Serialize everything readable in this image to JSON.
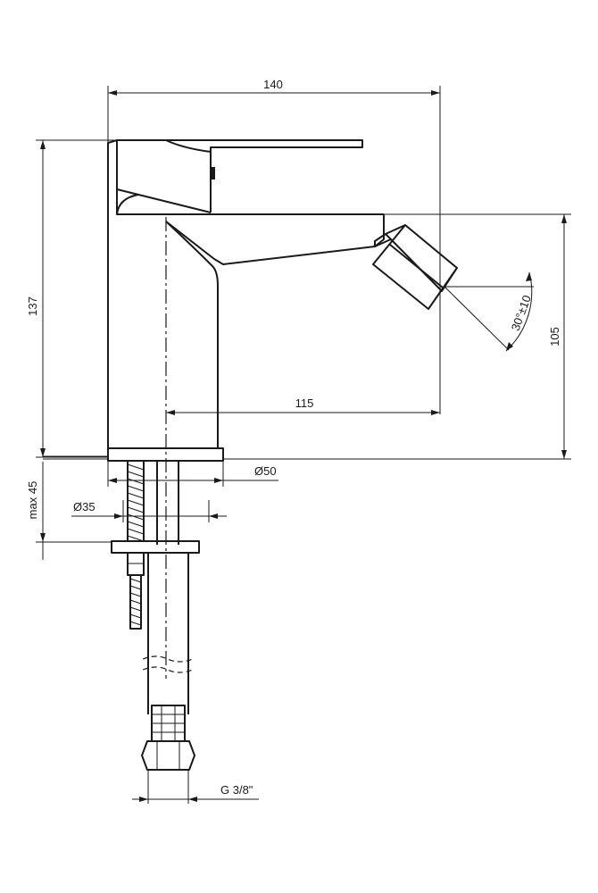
{
  "dimensions": {
    "overall_width": "140",
    "overall_height": "137",
    "spout_height": "105",
    "spout_reach": "115",
    "base_diameter": "Ø50",
    "hole_diameter": "Ø35",
    "max_thickness": "max 45",
    "nozzle_angle": "30°±10",
    "connection_thread": "G 3/8\""
  },
  "colors": {
    "line": "#1a1a1a",
    "background": "#ffffff"
  }
}
